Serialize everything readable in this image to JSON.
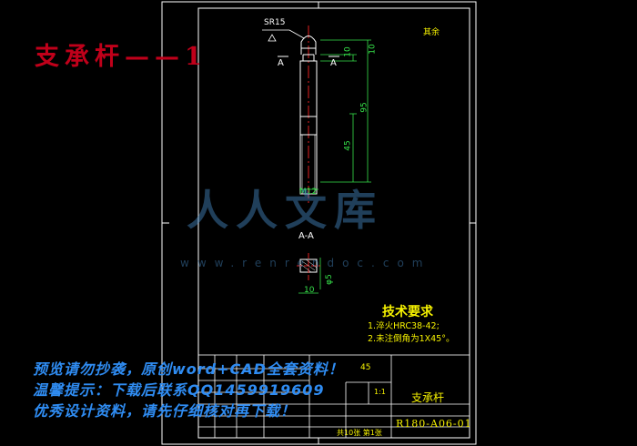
{
  "titles": {
    "main": "支承杆——1"
  },
  "drawing": {
    "surface_label": "SR15",
    "section_mark_left": "A",
    "section_mark_right": "A",
    "section_label": "A-A",
    "dims": {
      "d_10_top": "10",
      "d_10b": "10",
      "d_95": "95",
      "d_45": "45",
      "thread": "M12",
      "d_10_bottom": "10",
      "phi5": "φ5"
    },
    "roughness_rest": "其余"
  },
  "tech_requirements": {
    "title": "技术要求",
    "items": [
      "1.淬火HRC38-42;",
      "2.未注倒角为1X45°。"
    ]
  },
  "title_block": {
    "part_name": "支承杆",
    "drawing_code": "R180-A06-01",
    "material": "45",
    "scale": "1:1",
    "sheets": "共10张 第1张"
  },
  "promo": {
    "line1": "预览请勿抄袭，原创word+CAD全套资料！",
    "line2": "温馨提示：下载后联系QQ1459919609",
    "line3": "优秀设计资料，请先仔细核对再下载！"
  },
  "watermark": {
    "text": "人人文库",
    "url": "www.renrendoc.com"
  }
}
